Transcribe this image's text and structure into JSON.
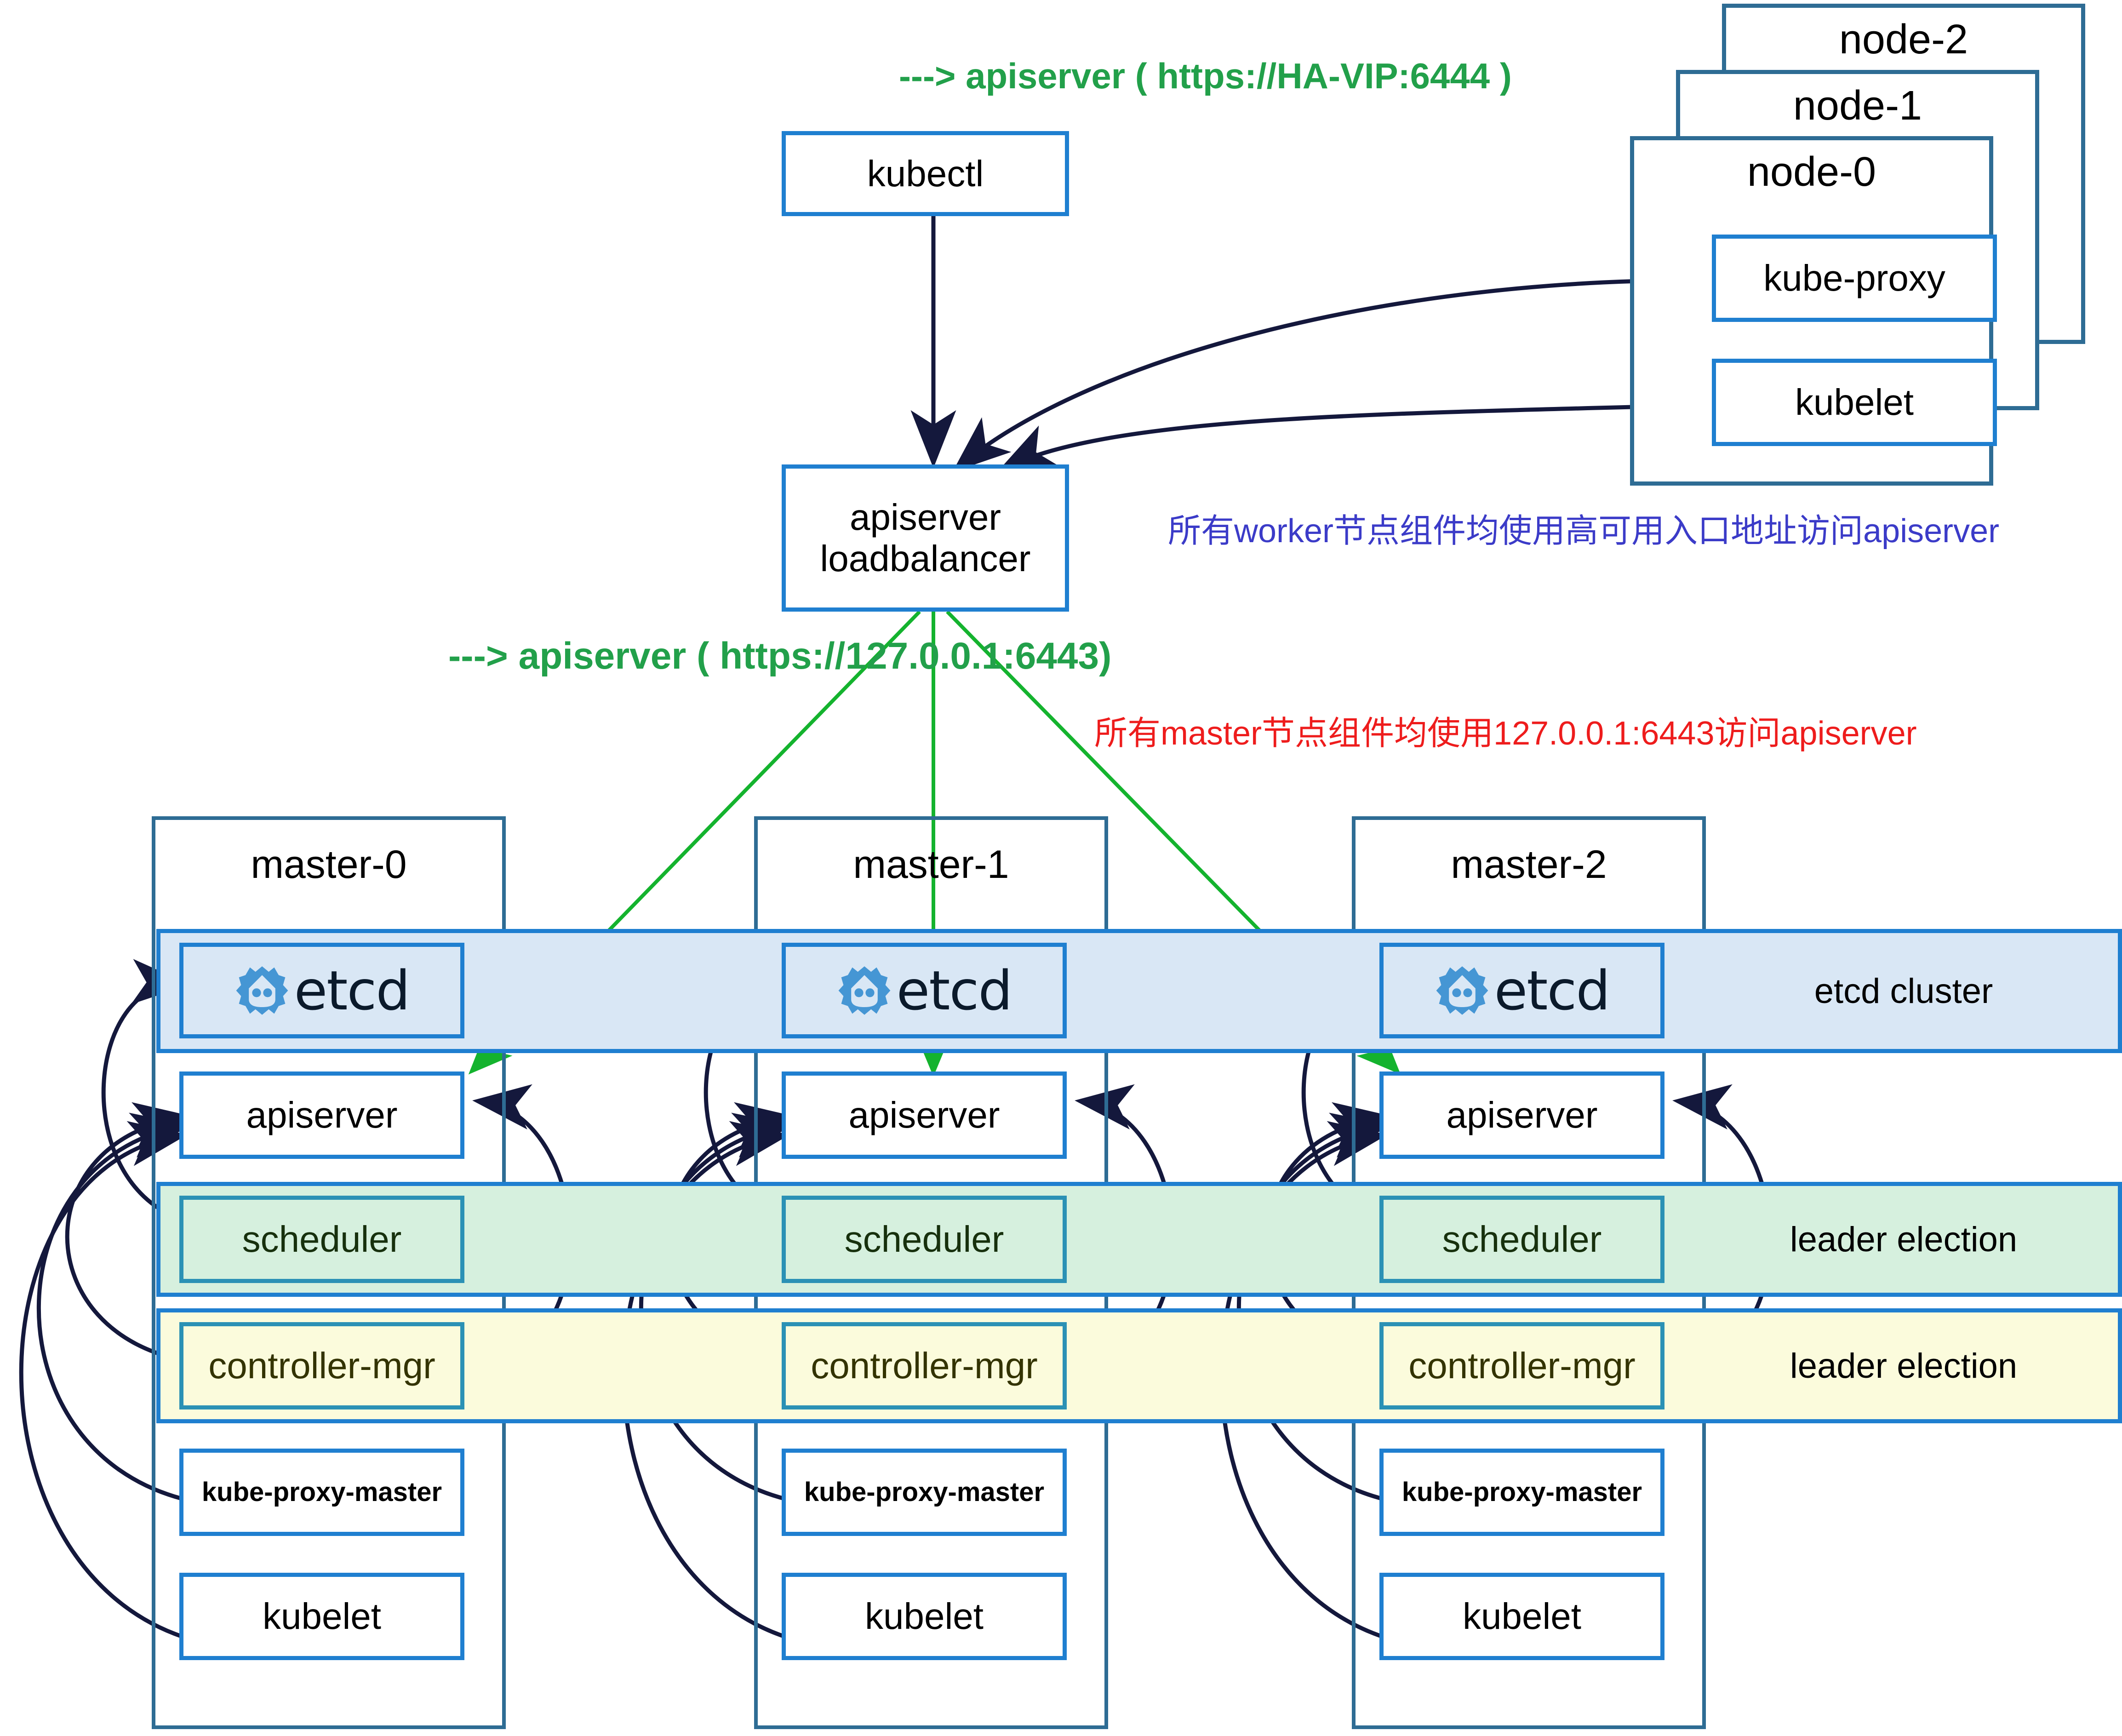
{
  "diagram": {
    "title": "Kubernetes HA cluster architecture",
    "colors": {
      "component_border": "#1f7fd0",
      "container_border": "#2e6c94",
      "etcd_band_fill": "#d9e7f5",
      "scheduler_band_fill": "#d6f0de",
      "controller_band_fill": "#fbfbdc",
      "etcd_logo": "#4596d4",
      "arrow_dark": "#14183c",
      "arrow_green": "#14b32e",
      "annotation_green": "#22a04a",
      "annotation_blue": "#3b3bc8",
      "annotation_red": "#ee1c1c"
    }
  },
  "annotations": {
    "vip_label": "---> apiserver ( https://HA-VIP:6444 )",
    "local_label": "---> apiserver ( https://127.0.0.1:6443)",
    "worker_note": "所有worker节点组件均使用高可用入口地址访问apiserver",
    "master_note": "所有master节点组件均使用127.0.0.1:6443访问apiserver"
  },
  "client": {
    "kubectl": "kubectl",
    "loadbalancer_line1": "apiserver",
    "loadbalancer_line2": "loadbalancer"
  },
  "worker_nodes": {
    "cards": [
      "node-2",
      "node-1",
      "node-0"
    ],
    "components": [
      "kube-proxy",
      "kubelet"
    ]
  },
  "masters": [
    {
      "name": "master-0",
      "etcd": "etcd",
      "apiserver": "apiserver",
      "scheduler": "scheduler",
      "controller": "controller-mgr",
      "kube_proxy": "kube-proxy-master",
      "kubelet": "kubelet"
    },
    {
      "name": "master-1",
      "etcd": "etcd",
      "apiserver": "apiserver",
      "scheduler": "scheduler",
      "controller": "controller-mgr",
      "kube_proxy": "kube-proxy-master",
      "kubelet": "kubelet"
    },
    {
      "name": "master-2",
      "etcd": "etcd",
      "apiserver": "apiserver",
      "scheduler": "scheduler",
      "controller": "controller-mgr",
      "kube_proxy": "kube-proxy-master",
      "kubelet": "kubelet"
    }
  ],
  "bands": {
    "etcd_cluster": "etcd cluster",
    "scheduler_election": "leader election",
    "controller_election": "leader election"
  }
}
